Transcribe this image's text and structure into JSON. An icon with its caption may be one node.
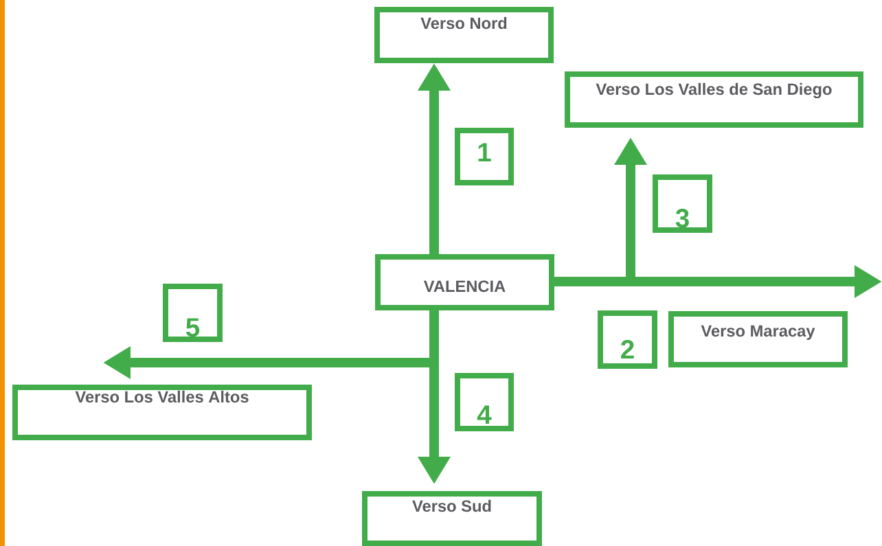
{
  "diagram": {
    "nodes": [
      {
        "text": [
          "Verso Nord"
        ]
      },
      {
        "text": [
          "Verso Los Valles de San Diego"
        ]
      },
      {
        "text": [
          "1"
        ]
      },
      {
        "text": [
          "3"
        ]
      },
      {
        "text": [
          "VALENCIA"
        ]
      },
      {
        "text": [
          "5"
        ]
      },
      {
        "text": [
          "2"
        ]
      },
      {
        "text": [
          "Verso Maracay"
        ]
      },
      {
        "text": [
          "Verso Los Valles Altos"
        ]
      },
      {
        "text": [
          "4"
        ]
      },
      {
        "text": [
          "Verso Sud"
        ]
      }
    ],
    "edges": [
      {
        "from": 4,
        "to": 0,
        "arrow": "to"
      },
      {
        "from": 4,
        "to": 1,
        "arrow": "to"
      },
      {
        "from": 4,
        "to": null,
        "arrow": "to"
      },
      {
        "from": 4,
        "to": 10,
        "arrow": "to"
      },
      {
        "from": 4,
        "to": null,
        "arrow": "to"
      }
    ]
  }
}
